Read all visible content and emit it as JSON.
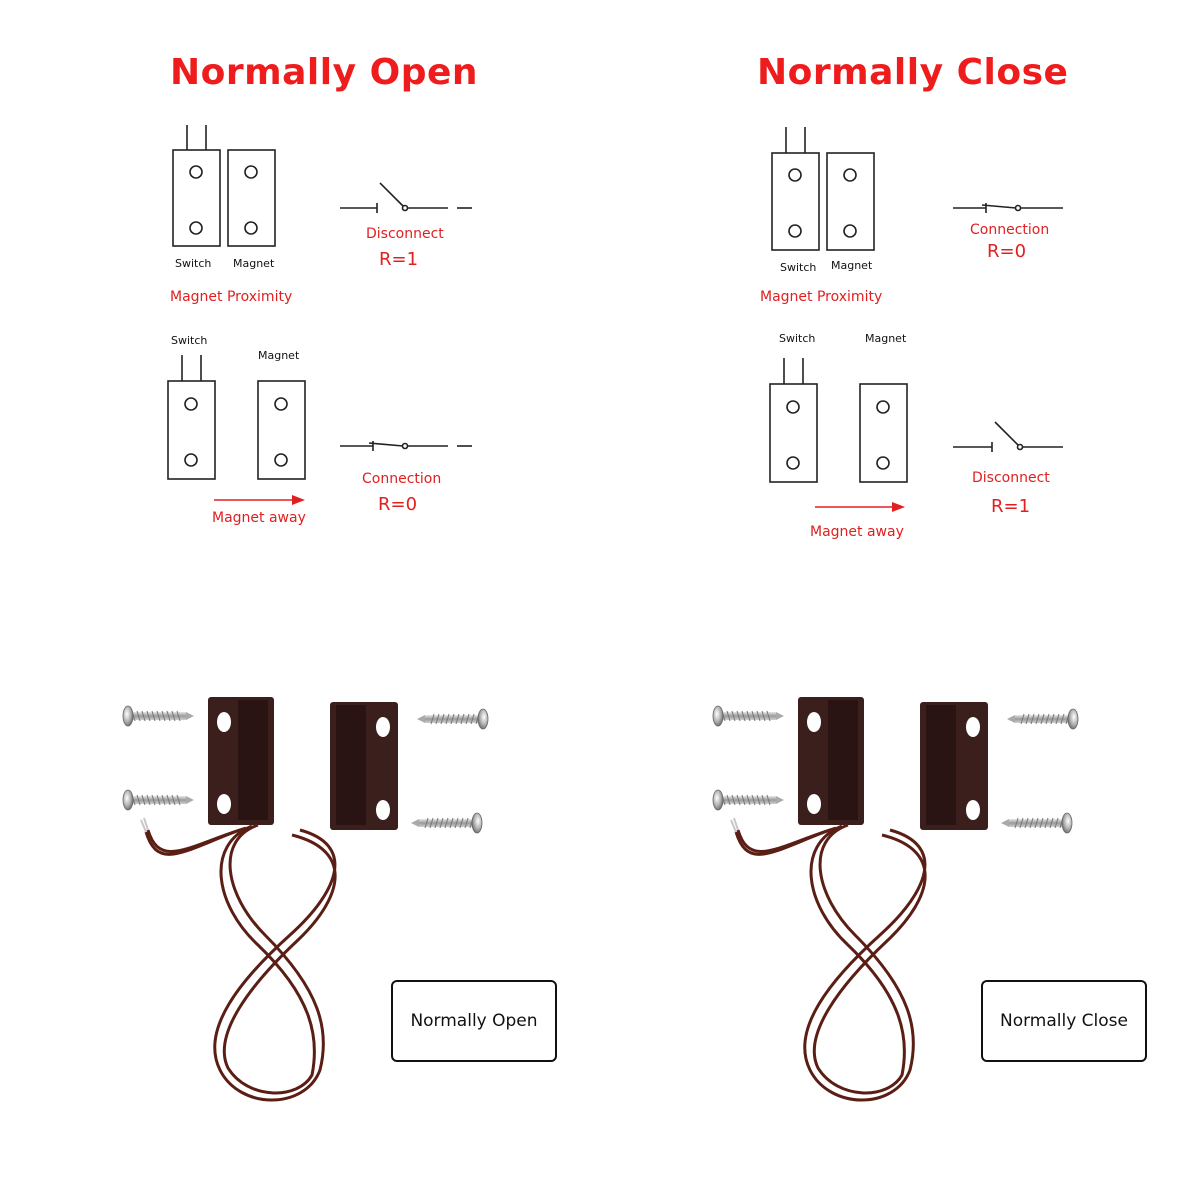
{
  "left": {
    "title": "Normally Open",
    "switch_label": "Switch",
    "magnet_label": "Magnet",
    "state1_text": "Disconnect",
    "state1_r": "R=1",
    "proximity_label": "Magnet Proximity",
    "switch_label_2": "Switch",
    "magnet_label_2": "Magnet",
    "state2_text": "Connection",
    "state2_r": "R=0",
    "away_label": "Magnet away",
    "product_label": "Normally Open"
  },
  "right": {
    "title": "Normally Close",
    "switch_label": "Switch",
    "magnet_label": "Magnet",
    "state1_text": "Connection",
    "state1_r": "R=0",
    "proximity_label": "Magnet Proximity",
    "switch_label_2": "Switch",
    "magnet_label_2": "Magnet",
    "state2_text": "Disconnect",
    "state2_r": "R=1",
    "away_label": "Magnet away",
    "product_label": "Normally Close"
  },
  "colors": {
    "accent_red": "#ee1c1c",
    "device_brown": "#3a1f1c",
    "wire_brown": "#5a1e14"
  }
}
